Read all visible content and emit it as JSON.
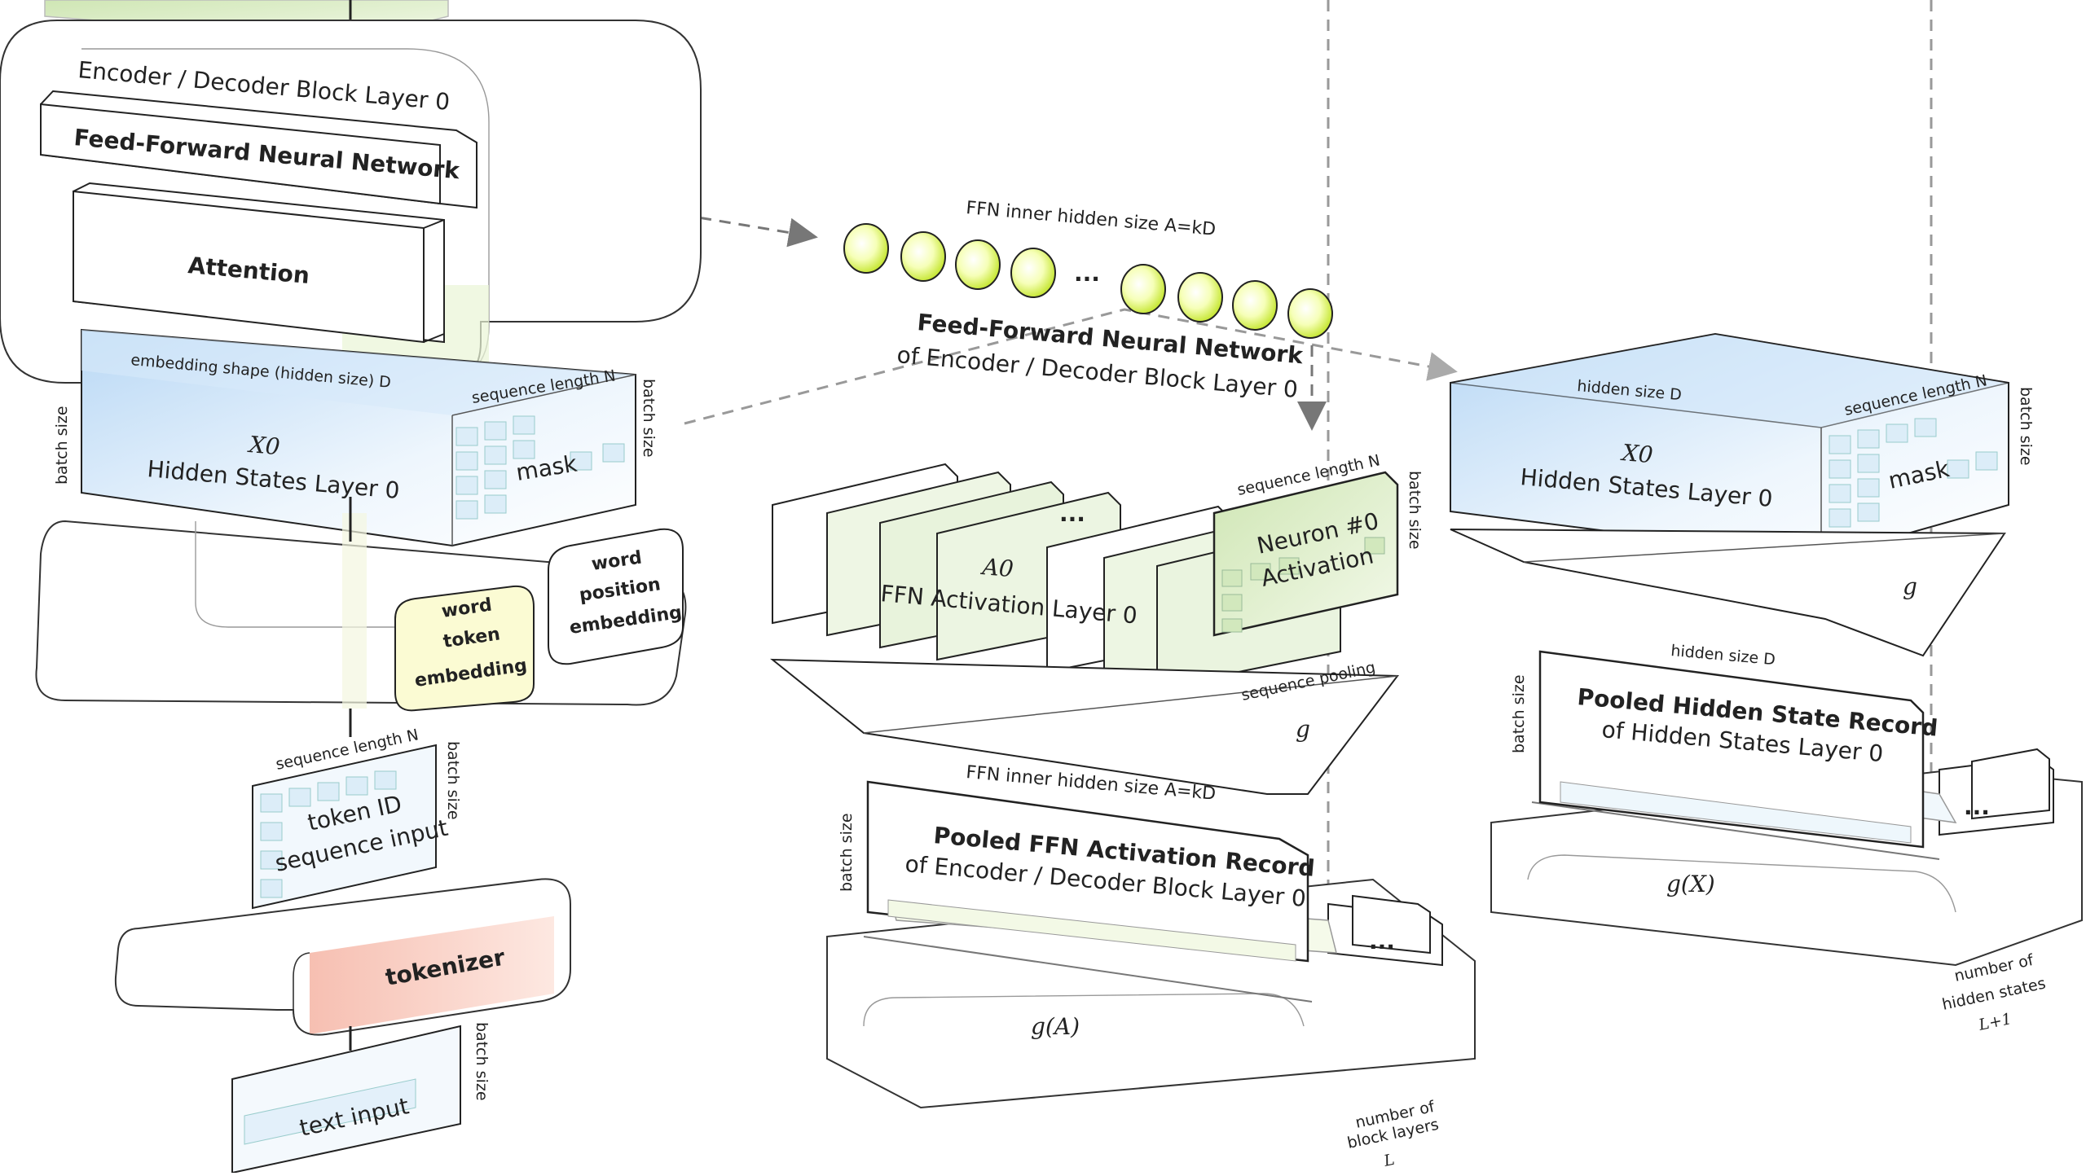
{
  "colors": {
    "hidden_tint": "#cfe3f6",
    "ffn_tint": "#e3f1cf",
    "neuron_fill": "#f4ffb0",
    "neuron_glow": "#c8e83a",
    "tokenizer_tint": "#f8c9bd",
    "token_embed_tint": "#f7f7b6",
    "dash": "#999999"
  },
  "left_column": {
    "block_title": "Encoder / Decoder Block Layer 0",
    "ffn_label": "Feed-Forward Neural Network",
    "attention_label": "Attention",
    "embedding_shape_label": "embedding shape (hidden size) D",
    "sequence_length_label": "sequence length N",
    "batch_size_label": "batch size",
    "hidden_x_label": "X0",
    "hidden_states_label": "Hidden States Layer 0",
    "mask_label": "mask",
    "word_token_embedding": [
      "word",
      "token",
      "embedding"
    ],
    "word_position_embedding": [
      "word",
      "position",
      "embedding"
    ],
    "token_seq_length_label": "sequence length N",
    "token_batch_label": "batch size",
    "token_id_label": [
      "token ID",
      "sequence input"
    ],
    "tokenizer_label": "tokenizer",
    "text_input_label": "text input",
    "text_batch_label": "batch size"
  },
  "middle_column": {
    "ffn_inner_label": "FFN inner hidden size A=kD",
    "neuron_ellipsis": "...",
    "ffn_title": [
      "Feed-Forward Neural Network",
      "of Encoder / Decoder Block Layer 0"
    ],
    "activation_x_label": "A0",
    "activation_label": "FFN Activation Layer 0",
    "sheet_ellipsis": "...",
    "neuron_label": [
      "Neuron #0",
      "Activation"
    ],
    "seq_length_label": "sequence length N",
    "batch_size_label": "batch size",
    "pooling_label": "sequence pooling",
    "g_label": "g",
    "ffn_inner_label_2": "FFN inner hidden size A=kD",
    "record_batch_label": "batch size",
    "record_title": [
      "Pooled FFN Activation Record",
      "of Encoder / Decoder Block Layer 0"
    ],
    "record_ellipsis": "...",
    "gA_label": "g(A)",
    "num_layers_label": [
      "number of",
      "block layers",
      "L"
    ]
  },
  "right_column": {
    "hidden_size_label": "hidden size D",
    "seq_length_label": "sequence length N",
    "batch_size_label": "batch size",
    "hidden_x_label": "X0",
    "hidden_states_label": "Hidden States Layer 0",
    "mask_label": "mask",
    "g_label": "g",
    "hidden_size_label_2": "hidden size D",
    "record_batch_label": "batch size",
    "record_title": [
      "Pooled  Hidden State Record",
      "of Hidden States Layer 0"
    ],
    "record_ellipsis": "...",
    "gX_label": "g(X)",
    "num_states_label": [
      "number of",
      "hidden states",
      "L+1"
    ]
  }
}
